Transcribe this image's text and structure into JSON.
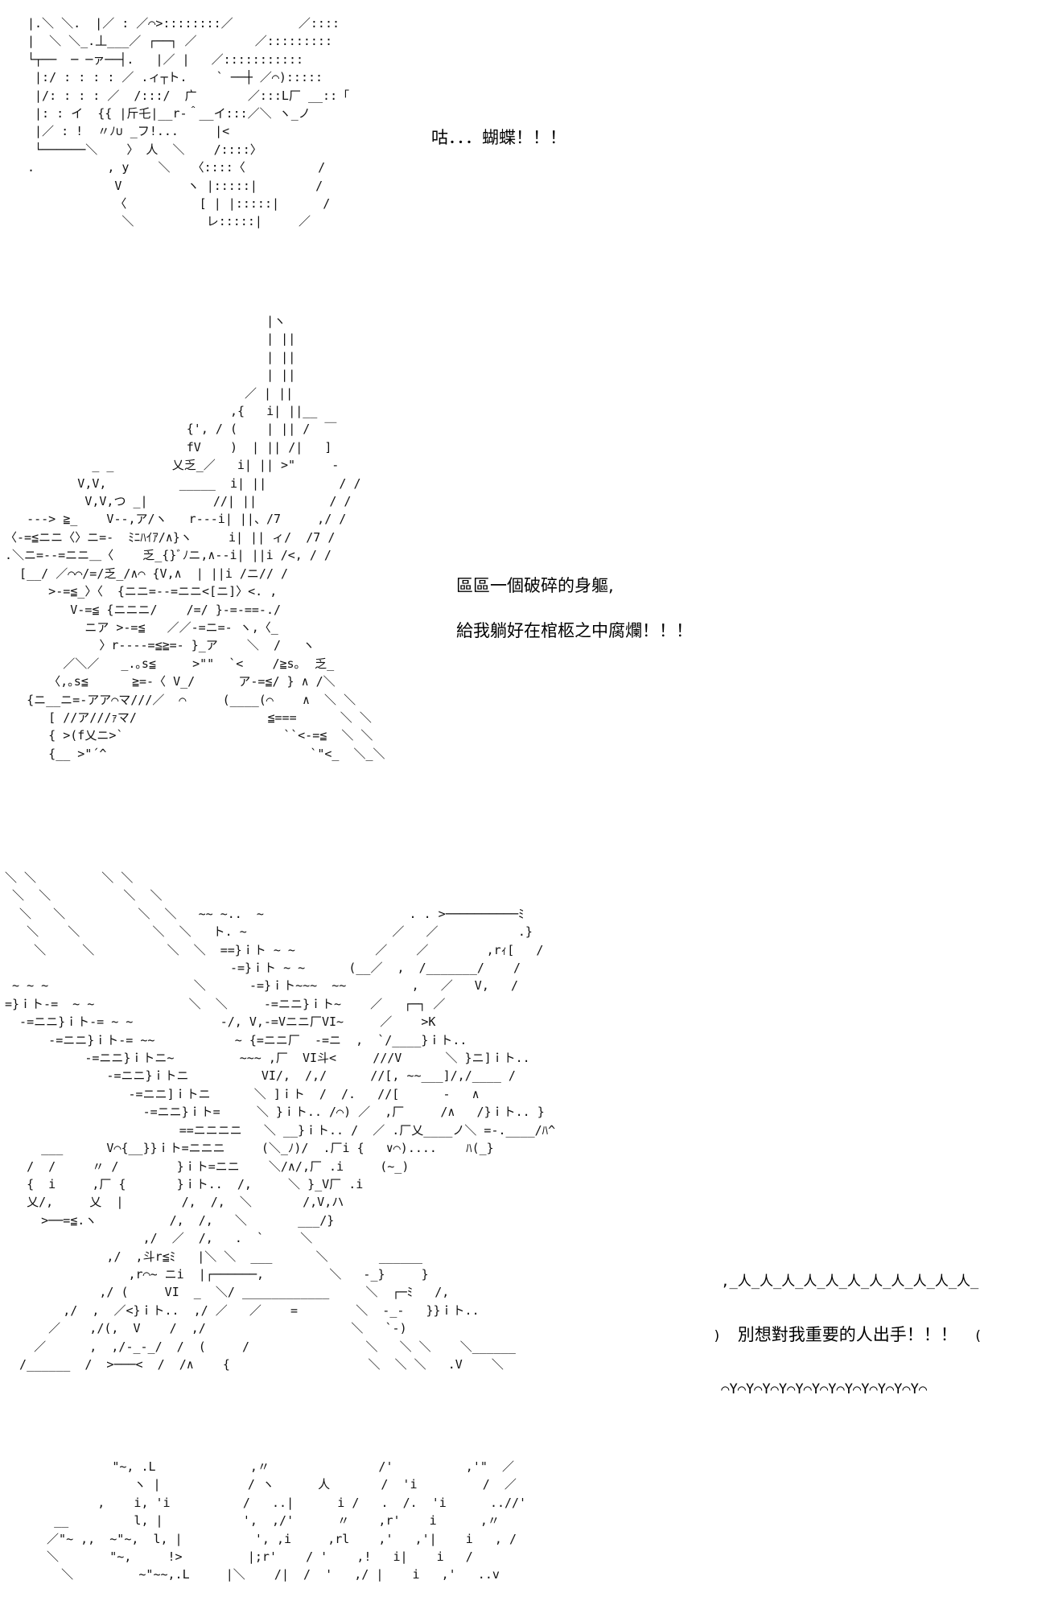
{
  "panels": [
    {
      "art": [
        "|.＼ ＼.  |／ : ／⌒>::::::::／         ／::::",
        "|  ＼ ＼_.丄___／ ┌──┐ ／        ／:::::::::",
        "└┬──  ─ ─ァ──┤.   |／ |   ／:::::::::::",
        " |:/ : : : : ／ .ィ┬ト.    ` ──┼ ／⌒):::::",
        " |/: : : : ／  /:::/  广       ／:::L厂 __::「",
        " |: : イ  {{ |斤乇|__r‐＾__イ:::／＼ ヽ_ノ",
        " |／ : !  〃ﾉ∪ _フ!...     |<",
        " └──────＼    〉 人  ＼    /::::〉",
        ".          , y    ＼   〈::::〈          /",
        "            V         ヽ |:::::|        /",
        "            〈          [ | |:::::|      /",
        "             ＼          レ:::::|     ／"
      ],
      "dialogue": [
        "咕．．．蝴蝶！！！"
      ]
    },
    {
      "art": [
        "                                    |ヽ",
        "                                    | ||",
        "                                    | ||",
        "                                    | ||",
        "                                 ／ | ||",
        "                               ,{   i| ||__",
        "                         {', / (    | || /  ￣",
        "                         fV    )  | || /|   ]",
        "            _ _        乂乏_／   i| || >\"     -",
        "          V,V,          _____  i| ||          / /",
        "           V,V,つ _|         //| ||          / /",
        "   ---> ≧_    V--,ア/ヽ   r---i| ||、/7     ,/ /",
        "〈-=≦ニニ〈〉ニ=-  ﾐﾆﾊｲｱ/∧}ヽ     i| || ィ/  /7 /",
        ".＼ニ=--=ニニ＿〈    乏_{}ﾞﾉニ,∧--i| ||i /<, / /",
        "  [__/ ／⌒⌒/=/乏_/∧⌒ {V,∧  | ||i /ニ// /",
        "      >-=≦_〉〈  {ニニ=--=ニニ<[ニ]〉<. ,",
        "         V-=≦ {ニニニ/    /=/ }-=-==-./",
        "           ニア >-=≦   ／／-=ニ=- ヽ,〈_",
        "             〉r----=≦≧=- }_ア    ＼  /   ヽ",
        "        ／＼／   _.｡s≦     >\"\"  `<    /≧s｡  乏_",
        "      〈,｡s≦      ≧=-〈 V_/      ア-=≦/ } ∧ /＼",
        "   {ニ__ニ=-アア⌒マ///／  ⌒     (____(⌒    ∧  ＼ ＼",
        "      [ //ア///ｧマ/                  ≦===      ＼ ＼",
        "      { >(f乂ニ>`                      ``<-=≦  ＼ ＼",
        "      {__ >\"´^                            `\"<_  ＼_＼"
      ],
      "dialogue": [
        "區區一個破碎的身軀,",
        "給我躺好在棺柩之中腐爛！！！"
      ]
    },
    {
      "art": [
        "＼ ＼         ＼ ＼",
        " ＼  ＼          ＼  ＼",
        "  ＼   ＼          ＼  ＼   ~~ ~..  ~                    . . >──────────ﾐ",
        "   ＼    ＼          ＼  ＼   ト. ~                    ／   ／           .}",
        "    ＼     ＼          ＼  ＼  ==}ｉト ~ ~           ／    ／        ,rｨ[   /",
        "                               -=}ｉト ~ ~      (__／  ,  /_______/    /",
        " ~ ~ ~                    ＼      -=}ｉト~~~  ~~         ,   ／   V,   /",
        "=}ｉト-=  ~ ~             ＼  ＼     -=ニニ}ｉト~    ／   ┌─┐ ／",
        "  -=ニニ}ｉト-= ~ ~            -/, V,-=Vニニ厂VI~     ／    >K",
        "      -=ニニ}ｉト-= ~~           ~ {=ニニ厂  -=ニ  ,  `/____}ｉト..",
        "           -=ニニ}ｉトニ~         ~~~ ,厂  VI斗<     ///V      ＼ }ニ]ｉト..",
        "              -=ニニ}ｉトニ          VI/,  /,/      //[, ~~___]/,/____ /",
        "                 -=ニニ]ｉトニ      ＼ ]ｉト  /  /.   //[      -   ∧",
        "                   -=ニニ}ｉト=     ＼ }ｉト.. /⌒) ／  ,厂     /∧   /}ｉト.. }",
        "                        ==ニニニニ   ＼ __}ｉト.. /  ／ .厂乂____ノ＼ =-.____/ﾊ^",
        "     ___      V⌒{__}}ｉト=ニニニ     (＼_ﾉ)/  .厂i {   ∨⌒)....    ﾊ(_}",
        "   /  /     〃 /        }ｉト=ニニ    ＼/∧/,厂 .i     (~_)",
        "   {  i     ,厂 {       }ｉト..  /,     ＼ }_V厂 .i",
        "   乂/,     乂  |        /,  /,  ＼       /,V,ハ",
        "     >──=≦.ヽ          /,  /,   ＼       ___/}",
        "                   ,/  ／  /,   .  `     ＼",
        "              ,/  ,斗r≦ﾐ   |＼ ＼  ___      ＼       ______",
        "                 ,r⌒~ ニi  |┌──────,         ＼   -_}     }",
        "             ,/ (     VI  _  ＼/ ____________     ＼  ┌─ﾐ   /,",
        "        ,/  ,  ／<}ｉト..  ,/ ／   ／    =        ＼  -_-   }}ｉト..",
        "      ／    ,/(,  V    /  ,/                    ＼   `-)",
        "    ／      ,  ,/-_-_/  /  (     /                ＼   ＼ ＼    ＼______",
        "  /______  /  >───<  /  /∧    {                   ＼  ＼ ＼   .V    ＼"
      ],
      "dialogue": [
        "別想對我重要的人出手！！！"
      ],
      "bubble_top": " ,_人_人_人_人_人_人_人_人_人_人_人_",
      "bubble_left": ")",
      "bubble_right": "  (",
      "bubble_bottom": " ⌒Y⌒Y⌒Y⌒Y⌒Y⌒Y⌒Y⌒Y⌒Y⌒Y⌒Y⌒Y⌒"
    },
    {
      "art": [
        "           \"~, .L             ,〃               /'          ,'\"  ／",
        "              ヽ |            / ヽ      人       /  'i         /  ／",
        "         ,    i, 'i          /   ..|      i /   .  /.  'i      ..//'",
        "   __         l, |           ',  ,/'      〃    ,r'    i      ,〃",
        "  ／\"~ ,,  ~\"~,  l, |          ', ,i     ,rl    ,'   ,'|    i   , /",
        "  ＼       \"~,     !>         |;r'    / '    ,!   i|    i   /",
        "    ＼         ~\"~~,.L     |＼    /|  /  '   ,/ |    i   ,'   ..v"
      ]
    }
  ]
}
